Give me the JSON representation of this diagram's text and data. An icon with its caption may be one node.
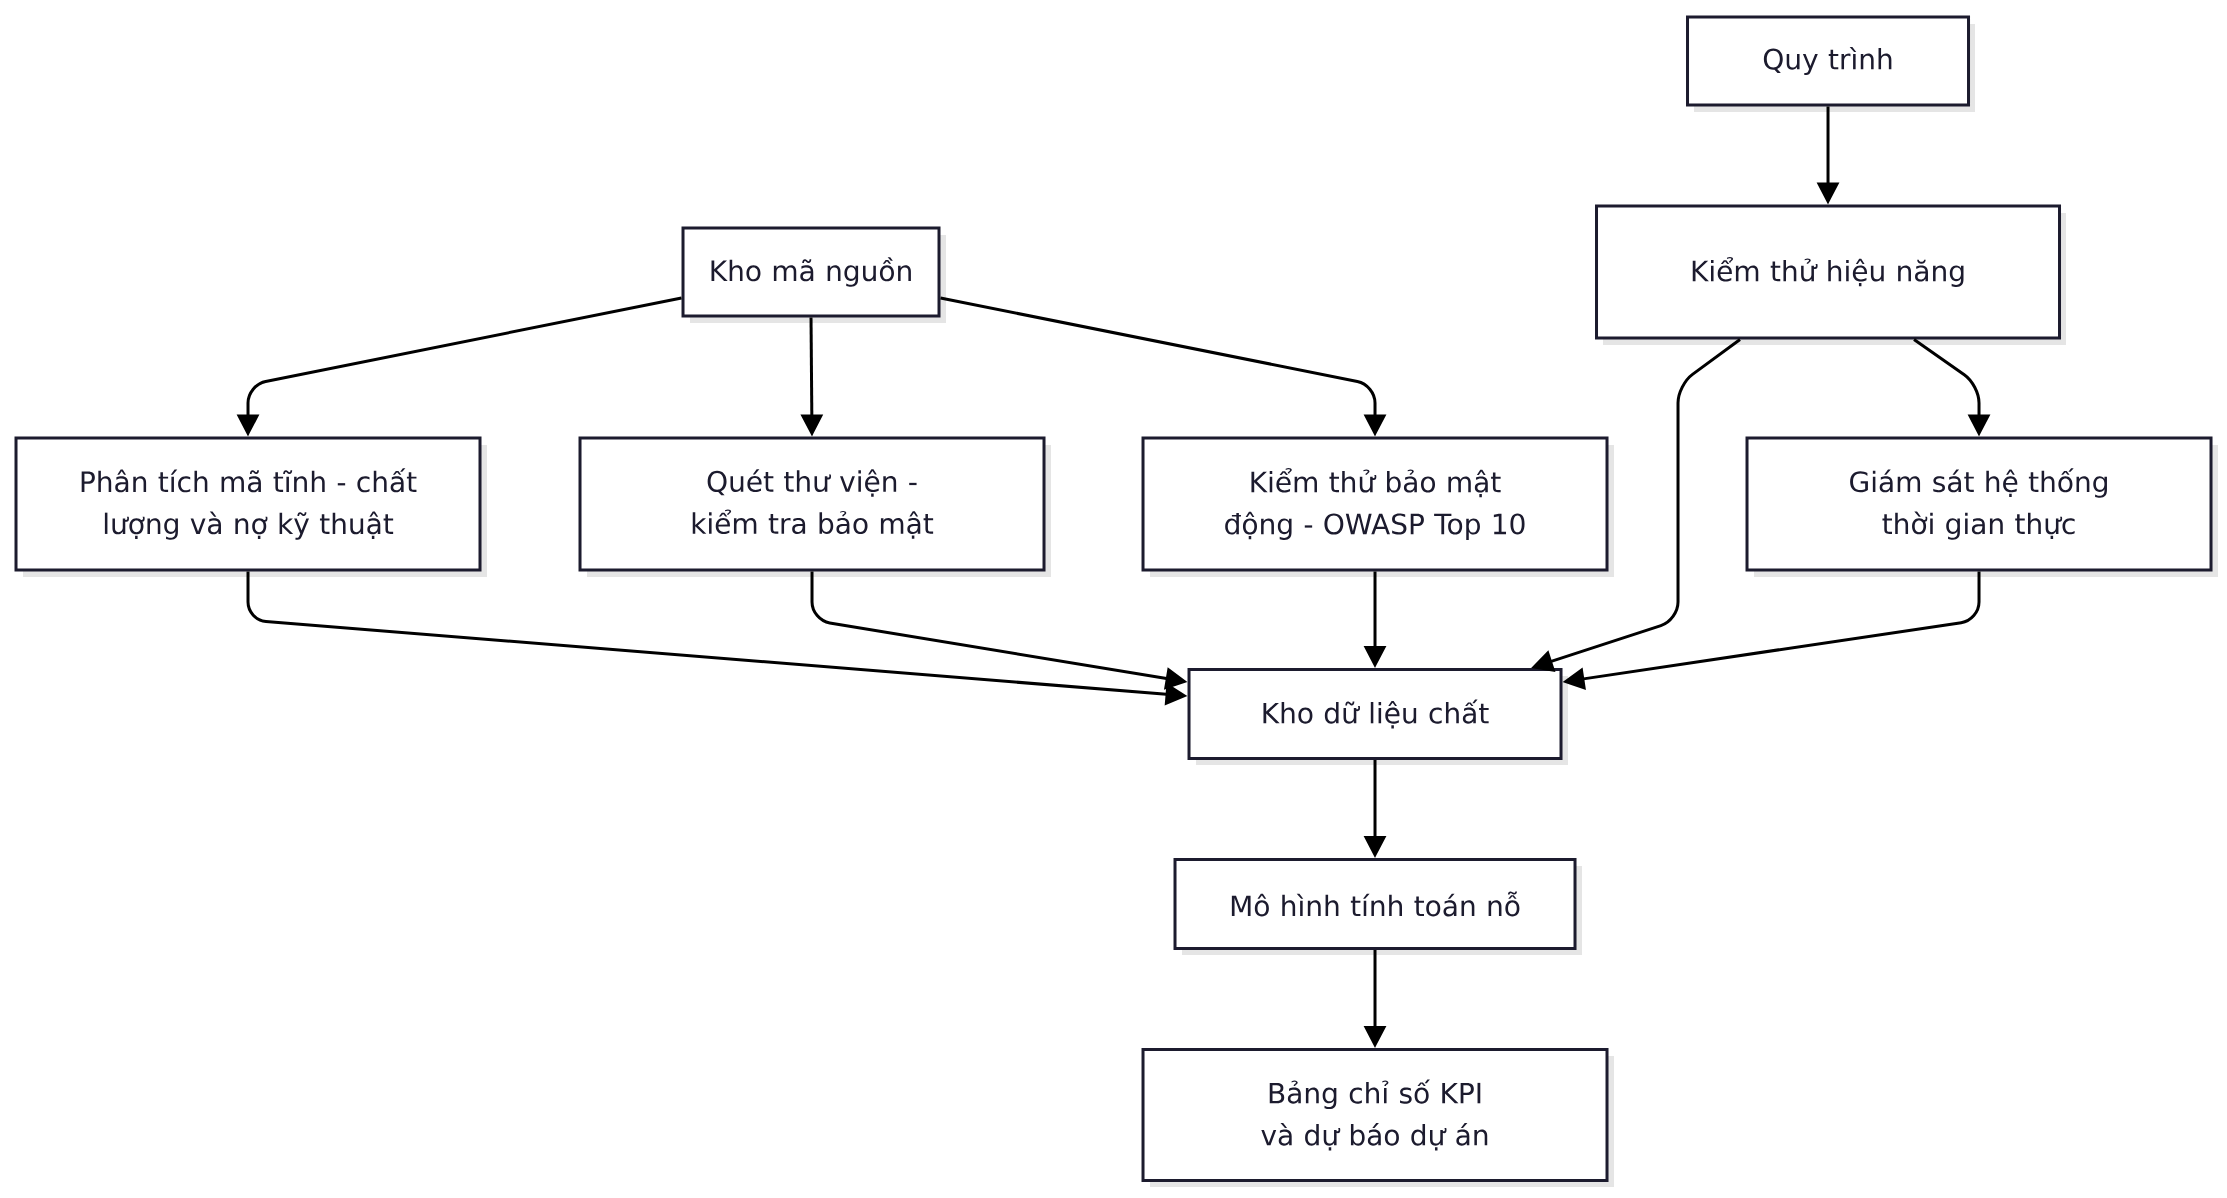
{
  "diagram": {
    "nodes": [
      {
        "text": [
          "Quy trình"
        ]
      },
      {
        "text": [
          "Kiểm thử hiệu năng"
        ]
      },
      {
        "text": [
          "Kho mã nguồn"
        ]
      },
      {
        "text": [
          "Phân tích mã tĩnh - chất lượng và nợ kỹ thuật"
        ]
      },
      {
        "text": [
          "Quét thư viện - kiểm tra bảo mật"
        ]
      },
      {
        "text": [
          "Kiểm thử bảo mật động - OWASP Top 10"
        ]
      },
      {
        "text": [
          "Giám sát hệ thống thời gian thực"
        ]
      },
      {
        "text": [
          "Kho dữ liệu chất"
        ]
      },
      {
        "text": [
          "Mô hình tính toán nỗ"
        ]
      },
      {
        "text": [
          "Bảng chỉ số KPI và dự báo dự án"
        ]
      }
    ],
    "edges": [
      {
        "from": 0,
        "to": 1,
        "arrow": "to"
      },
      {
        "from": 2,
        "to": 3,
        "arrow": "to"
      },
      {
        "from": 2,
        "to": 4,
        "arrow": "to"
      },
      {
        "from": 2,
        "to": 5,
        "arrow": "to"
      },
      {
        "from": 1,
        "to": 7,
        "arrow": "to"
      },
      {
        "from": 1,
        "to": 6,
        "arrow": "to"
      },
      {
        "from": 3,
        "to": 7,
        "arrow": "to"
      },
      {
        "from": 4,
        "to": 7,
        "arrow": "to"
      },
      {
        "from": 5,
        "to": 7,
        "arrow": "to"
      },
      {
        "from": 6,
        "to": 7,
        "arrow": "to"
      },
      {
        "from": 7,
        "to": 8,
        "arrow": "to"
      },
      {
        "from": 8,
        "to": 9,
        "arrow": "to"
      }
    ]
  }
}
